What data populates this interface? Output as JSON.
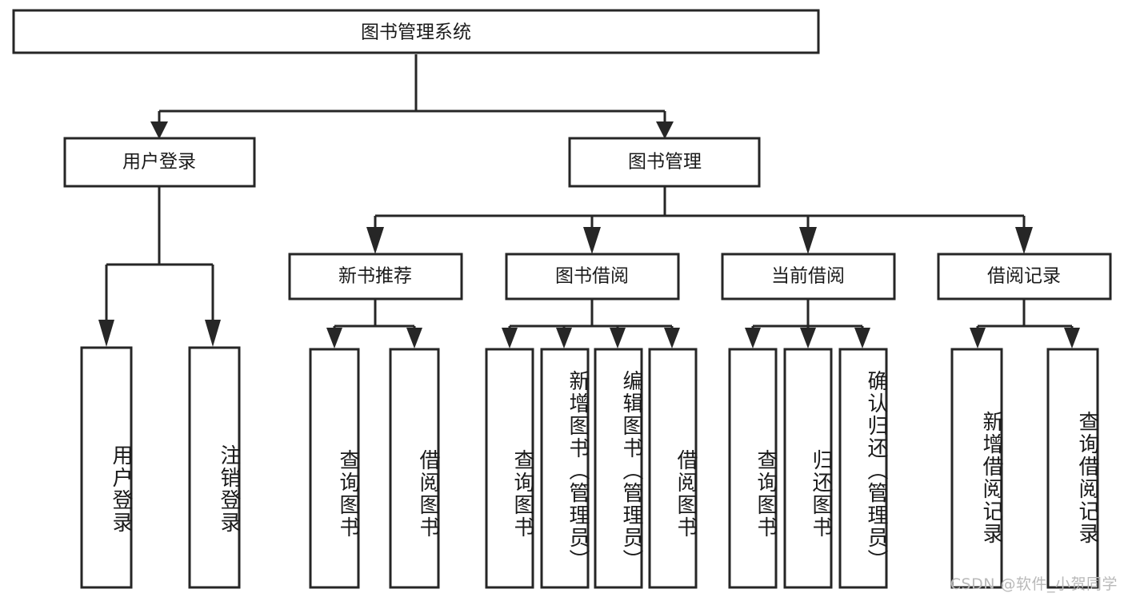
{
  "diagram": {
    "type": "tree-hierarchy",
    "title": "图书管理系统",
    "orientation": "top-down",
    "leaf_text_orientation": "vertical",
    "colors": {
      "stroke": "#262626",
      "fill": "#ffffff",
      "text": "#1a1a1a",
      "watermark": "#b9b9b9",
      "background": "#ffffff"
    },
    "root": {
      "id": "root",
      "label": "图书管理系统"
    },
    "level2": [
      {
        "id": "user-login",
        "label": "用户登录"
      },
      {
        "id": "book-manage",
        "label": "图书管理"
      }
    ],
    "level3": [
      {
        "id": "new-book-recommend",
        "label": "新书推荐",
        "parent": "book-manage"
      },
      {
        "id": "book-borrow",
        "label": "图书借阅",
        "parent": "book-manage"
      },
      {
        "id": "current-borrow",
        "label": "当前借阅",
        "parent": "book-manage"
      },
      {
        "id": "borrow-record",
        "label": "借阅记录",
        "parent": "book-manage"
      }
    ],
    "leaves": [
      {
        "id": "leaf-user-login",
        "label": "用户登录",
        "parent": "user-login"
      },
      {
        "id": "leaf-user-logout",
        "label": "注销登录",
        "parent": "user-login"
      },
      {
        "id": "leaf-query-book-1",
        "label": "查询图书",
        "parent": "new-book-recommend"
      },
      {
        "id": "leaf-borrow-book-1",
        "label": "借阅图书",
        "parent": "new-book-recommend"
      },
      {
        "id": "leaf-query-book-2",
        "label": "查询图书",
        "parent": "book-borrow"
      },
      {
        "id": "leaf-add-book",
        "label": "新增图书（管理员）",
        "parent": "book-borrow"
      },
      {
        "id": "leaf-edit-book",
        "label": "编辑图书（管理员）",
        "parent": "book-borrow"
      },
      {
        "id": "leaf-borrow-book-2",
        "label": "借阅图书",
        "parent": "book-borrow"
      },
      {
        "id": "leaf-query-book-3",
        "label": "查询图书",
        "parent": "current-borrow"
      },
      {
        "id": "leaf-return-book",
        "label": "归还图书",
        "parent": "current-borrow"
      },
      {
        "id": "leaf-confirm-return",
        "label": "确认归还（管理员）",
        "parent": "current-borrow"
      },
      {
        "id": "leaf-add-record",
        "label": "新增借阅记录",
        "parent": "borrow-record"
      },
      {
        "id": "leaf-query-record",
        "label": "查询借阅记录",
        "parent": "borrow-record"
      }
    ]
  },
  "watermark": {
    "text": "CSDN @软件_小贺同学"
  }
}
